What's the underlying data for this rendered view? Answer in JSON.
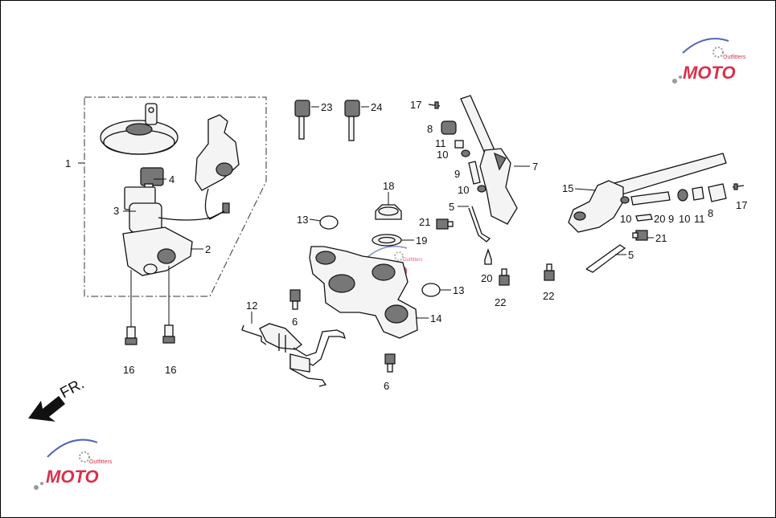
{
  "watermark": {
    "logo_text": "MOTO",
    "sub_text": "Outfitters",
    "colors": {
      "red": "#d9314a",
      "blue": "#5566b4",
      "gray": "#9a9a9a"
    }
  },
  "direction": {
    "label": "FR."
  },
  "callouts": [
    "1",
    "2",
    "3",
    "4",
    "5",
    "5",
    "6",
    "6",
    "7",
    "8",
    "8",
    "9",
    "9",
    "10",
    "10",
    "10",
    "11",
    "11",
    "12",
    "13",
    "13",
    "14",
    "15",
    "16",
    "16",
    "17",
    "17",
    "18",
    "19",
    "20",
    "20",
    "21",
    "21",
    "22",
    "22",
    "23",
    "24"
  ]
}
